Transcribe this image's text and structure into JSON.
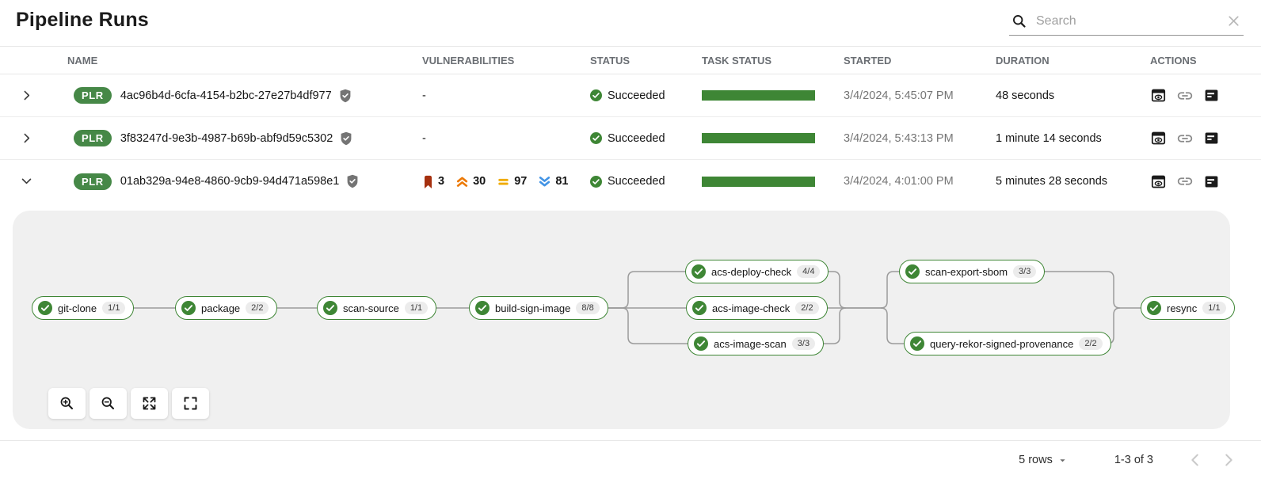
{
  "page": {
    "title": "Pipeline Runs"
  },
  "search": {
    "placeholder": "Search"
  },
  "table": {
    "columns": [
      "NAME",
      "VULNERABILITIES",
      "STATUS",
      "TASK STATUS",
      "STARTED",
      "DURATION",
      "ACTIONS"
    ],
    "rows": [
      {
        "badge": "PLR",
        "name": "4ac96b4d-6cfa-4154-b2bc-27e27b4df977",
        "vulnerabilities": "-",
        "status": "Succeeded",
        "started": "3/4/2024, 5:45:07 PM",
        "duration": "48 seconds",
        "expanded": false
      },
      {
        "badge": "PLR",
        "name": "3f83247d-9e3b-4987-b69b-abf9d59c5302",
        "vulnerabilities": "-",
        "status": "Succeeded",
        "started": "3/4/2024, 5:43:13 PM",
        "duration": "1 minute 14 seconds",
        "expanded": false
      },
      {
        "badge": "PLR",
        "name": "01ab329a-94e8-4860-9cb9-94d471a598e1",
        "vulnerabilities": {
          "critical": "3",
          "high": "30",
          "medium": "97",
          "low": "81"
        },
        "status": "Succeeded",
        "started": "3/4/2024, 4:01:00 PM",
        "duration": "5 minutes 28 seconds",
        "expanded": true
      }
    ]
  },
  "graph": {
    "tasks": [
      {
        "label": "git-clone",
        "count": "1/1",
        "status": "Succeeded"
      },
      {
        "label": "package",
        "count": "2/2",
        "status": "Succeeded"
      },
      {
        "label": "scan-source",
        "count": "1/1",
        "status": "Succeeded"
      },
      {
        "label": "build-sign-image",
        "count": "8/8",
        "status": "Succeeded"
      },
      {
        "label": "acs-deploy-check",
        "count": "4/4",
        "status": "Succeeded"
      },
      {
        "label": "acs-image-check",
        "count": "2/2",
        "status": "Succeeded"
      },
      {
        "label": "acs-image-scan",
        "count": "3/3",
        "status": "Succeeded"
      },
      {
        "label": "scan-export-sbom",
        "count": "3/3",
        "status": "Succeeded"
      },
      {
        "label": "query-rekor-signed-provenance",
        "count": "2/2",
        "status": "Succeeded"
      },
      {
        "label": "resync",
        "count": "1/1",
        "status": "Succeeded"
      }
    ]
  },
  "footer": {
    "rows_per_page": "5 rows",
    "range": "1-3 of 3"
  },
  "colors": {
    "success_green": "#3e8635",
    "plr_badge_green": "#468847",
    "critical": "#a5300f",
    "high": "#ec7a08",
    "medium": "#f0ab00",
    "low": "#4394e5",
    "graph_panel_bg": "#f0f0f0",
    "edge_gray": "#9b9b9b"
  },
  "icons": {
    "search": "magnifier",
    "clear_search": "x-mark",
    "expand_row": "chevron-right",
    "collapse_row": "chevron-down",
    "signed": "shield-check",
    "succeeded": "check-circle",
    "critical": "critical-banner",
    "high": "double-chevron-up",
    "medium": "equals-bars",
    "low": "double-chevron-down",
    "actions": [
      "preview",
      "link",
      "logs"
    ],
    "graph_controls": [
      "zoom-in",
      "zoom-out",
      "fit-to-screen",
      "fullscreen"
    ],
    "pagination": [
      "chevron-left",
      "chevron-right"
    ]
  }
}
